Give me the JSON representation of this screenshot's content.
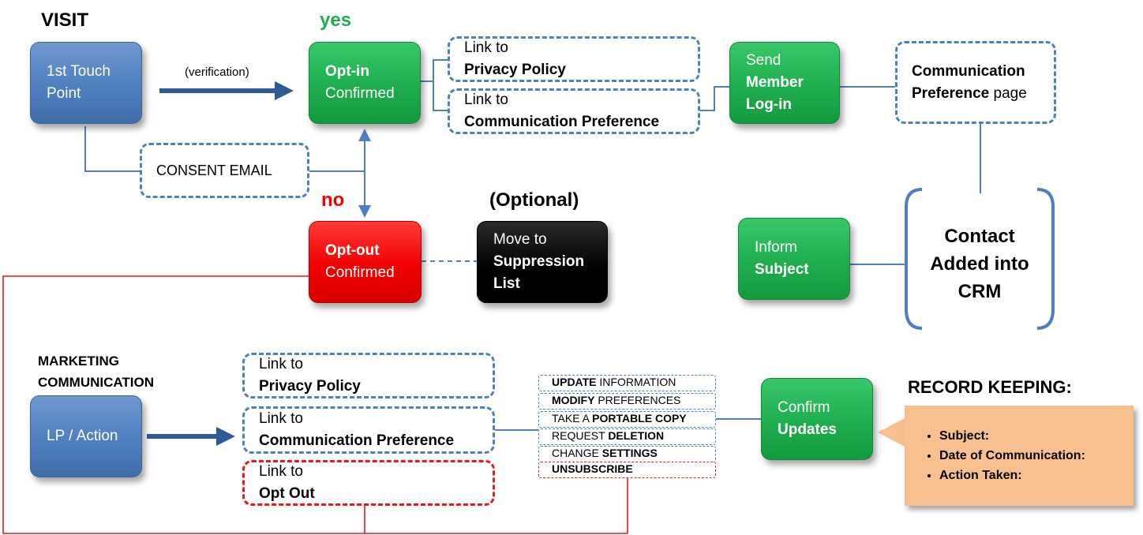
{
  "headings": {
    "visit": "VISIT",
    "yes": "yes",
    "no": "no",
    "optional": "(Optional)",
    "marketing_line1": "MARKETING",
    "marketing_line2": "COMMUNICATION",
    "record_keeping": "RECORD KEEPING:"
  },
  "arrow_label": "(verification)",
  "nodes": {
    "first_touch": {
      "line1": "1st Touch",
      "line2": "Point"
    },
    "opt_in": {
      "line1": "Opt-in",
      "line2": "Confirmed"
    },
    "opt_out": {
      "line1": "Opt-out",
      "line2": "Confirmed"
    },
    "suppression": {
      "line1": "Move to",
      "line2": "Suppression",
      "line3": "List"
    },
    "send_member": {
      "line1": "Send",
      "line2": "Member",
      "line3": "Log-in"
    },
    "comm_pref_page": {
      "line1": "Communication",
      "line2_bold": "Preference",
      "line2_rest": " page"
    },
    "contact_crm": {
      "line1": "Contact",
      "line2": "Added into",
      "line3": "CRM"
    },
    "inform_subject": {
      "line1": "Inform",
      "line2": "Subject"
    },
    "consent_email": "CONSENT EMAIL",
    "lp_action": "LP / Action",
    "confirm_updates": {
      "line1": "Confirm",
      "line2": "Updates"
    }
  },
  "links_top": [
    {
      "prefix": "Link to",
      "target": "Privacy Policy"
    },
    {
      "prefix": "Link to",
      "target": "Communication Preference"
    }
  ],
  "links_bottom": [
    {
      "prefix": "Link to",
      "target": "Privacy Policy"
    },
    {
      "prefix": "Link to",
      "target": "Communication Preference"
    },
    {
      "prefix": "Link to",
      "target": "Opt Out"
    }
  ],
  "options": [
    {
      "bold": "UPDATE",
      "rest": " INFORMATION"
    },
    {
      "bold": "MODIFY",
      "rest": " PREFERENCES"
    },
    {
      "pre": "TAKE A ",
      "bold": "PORTABLE COPY"
    },
    {
      "pre": "REQUEST ",
      "bold": "DELETION"
    },
    {
      "pre": "CHANGE ",
      "bold": "SETTINGS"
    },
    {
      "bold": "UNSUBSCRIBE"
    }
  ],
  "record_items": [
    "Subject:",
    "Date of Communication:",
    "Action Taken:"
  ],
  "colors": {
    "blue": "#4f7fbf",
    "green": "#1fae4d",
    "red": "#f00000",
    "yes": "#1fae4d",
    "no": "#f00000"
  }
}
